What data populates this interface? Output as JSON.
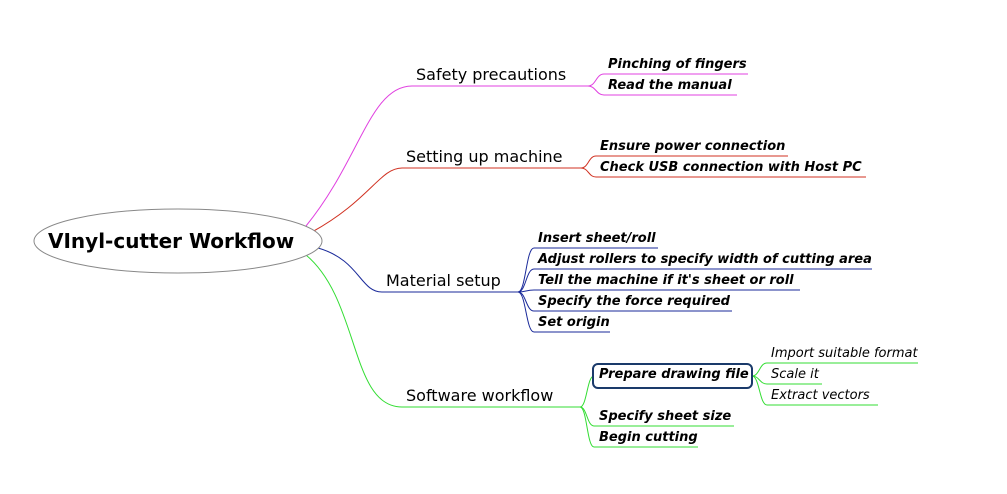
{
  "mindmap": {
    "root": "VInyl-cutter Workflow",
    "branches": [
      {
        "label": "Safety precautions",
        "color": "#e040e0",
        "children": [
          "Pinching of fingers",
          "Read the manual"
        ]
      },
      {
        "label": "Setting up machine",
        "color": "#d03020",
        "children": [
          "Ensure power connection",
          "Check USB connection with Host PC"
        ]
      },
      {
        "label": "Material setup",
        "color": "#1a2a9a",
        "children": [
          "Insert sheet/roll",
          "Adjust rollers to specify width of cutting area",
          "Tell the machine if it's sheet or roll",
          "Specify the force required",
          "Set origin"
        ]
      },
      {
        "label": "Software workflow",
        "color": "#33dd33",
        "children": [
          "Prepare drawing file",
          "Specify sheet size",
          "Begin cutting"
        ],
        "grandchildren": [
          "Import suitable format",
          "Scale it",
          "Extract vectors"
        ]
      }
    ],
    "highlight_color": "#1a3a6a"
  }
}
